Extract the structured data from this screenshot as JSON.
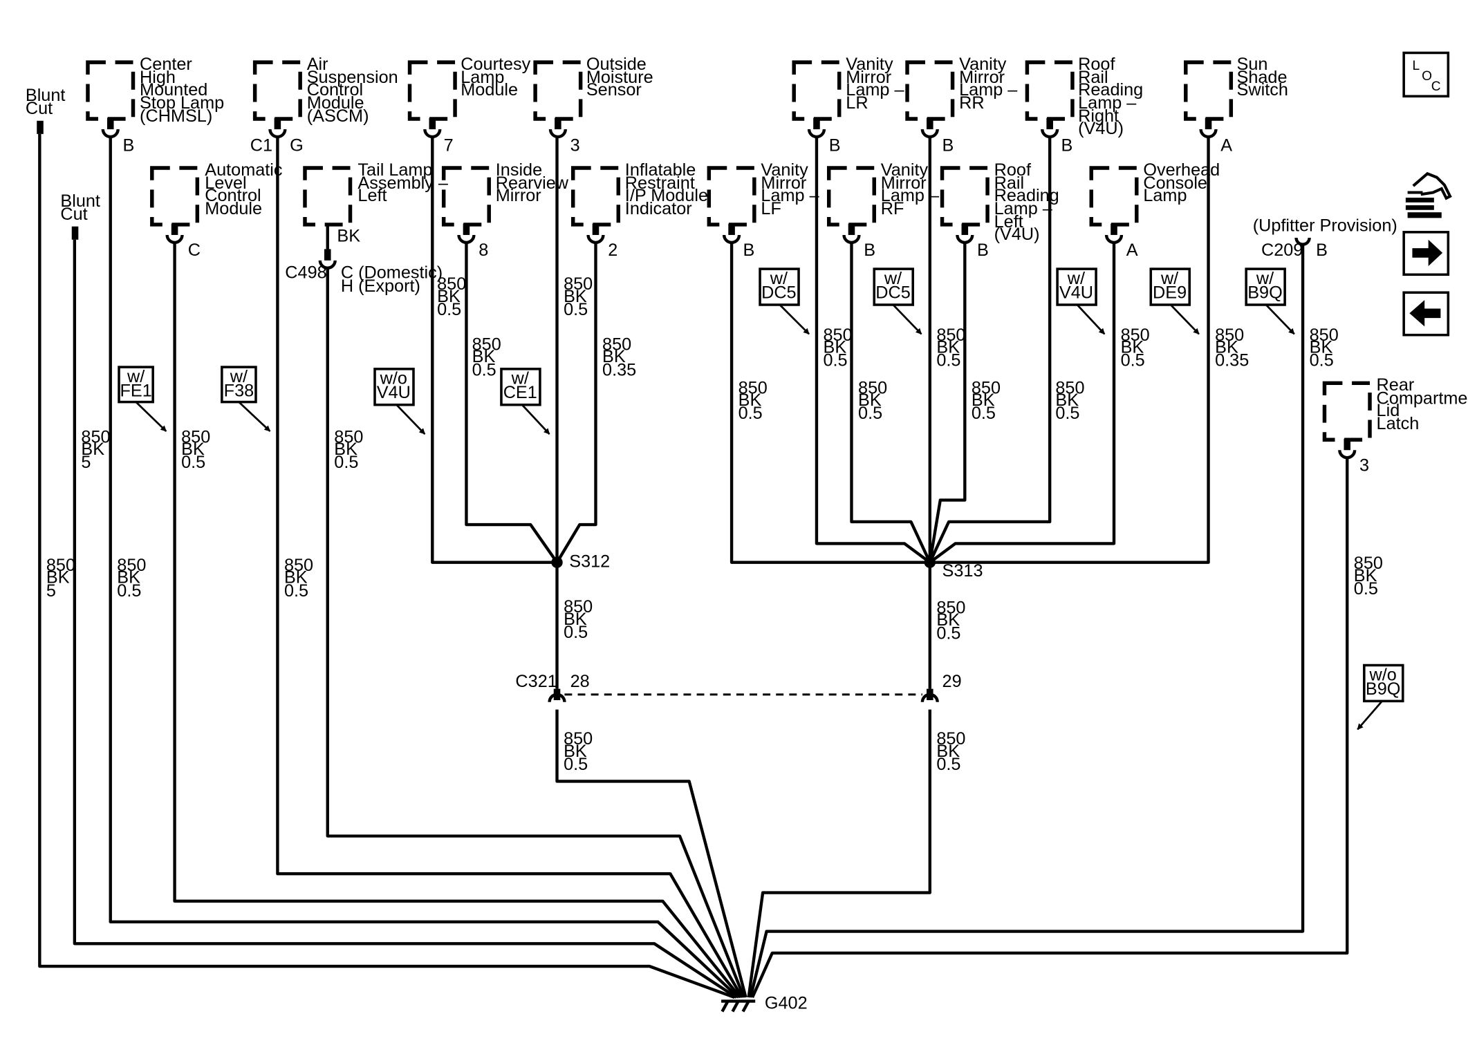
{
  "components": {
    "chmsl": [
      "Center",
      "High",
      "Mounted",
      "Stop Lamp",
      "(CHMSL)"
    ],
    "ascm": [
      "Air",
      "Suspension",
      "Control",
      "Module",
      "(ASCM)"
    ],
    "courtesy": [
      "Courtesy",
      "Lamp",
      "Module"
    ],
    "moisture": [
      "Outside",
      "Moisture",
      "Sensor"
    ],
    "vanity_lr": [
      "Vanity",
      "Mirror",
      "Lamp –",
      "LR"
    ],
    "vanity_rr": [
      "Vanity",
      "Mirror",
      "Lamp –",
      "RR"
    ],
    "roof_right": [
      "Roof",
      "Rail",
      "Reading",
      "Lamp –",
      "Right",
      "(V4U)"
    ],
    "sunshade": [
      "Sun",
      "Shade",
      "Switch"
    ],
    "alc": [
      "Automatic",
      "Level",
      "Control",
      "Module"
    ],
    "tail_left": [
      "Tail Lamp",
      "Assembly –",
      "Left"
    ],
    "rearview": [
      "Inside",
      "Rearview",
      "Mirror"
    ],
    "airbag": [
      "Inflatable",
      "Restraint",
      "I/P Module",
      "Indicator"
    ],
    "vanity_lf": [
      "Vanity",
      "Mirror",
      "Lamp –",
      "LF"
    ],
    "vanity_rf": [
      "Vanity",
      "Mirror",
      "Lamp –",
      "RF"
    ],
    "roof_left": [
      "Roof",
      "Rail",
      "Reading",
      "Lamp –",
      "Left",
      "(V4U)"
    ],
    "console": [
      "Overhead",
      "Console",
      "Lamp"
    ],
    "latch": [
      "Rear",
      "Compartment",
      "Lid",
      "Latch"
    ]
  },
  "blunt": {
    "a": [
      "Blunt",
      "Cut"
    ],
    "b": [
      "Blunt",
      "Cut"
    ]
  },
  "upfitter": "(Upfitter Provision)",
  "pins": {
    "chmsl": "B",
    "ascm_c": "C1",
    "ascm_g": "G",
    "courtesy": "7",
    "moisture": "3",
    "vanity_lr": "B",
    "vanity_rr": "B",
    "roof_right": "B",
    "sunshade": "A",
    "alc": "C",
    "tail_bk": "BK",
    "rearview": "8",
    "airbag": "2",
    "vanity_lf": "B",
    "vanity_rf": "B",
    "roof_left": "B",
    "console": "A",
    "c209": "B",
    "latch": "3",
    "c321_a": "28",
    "c321_b": "29"
  },
  "connectors": {
    "c209": "C209",
    "c498": "C498",
    "c498_note": [
      "C (Domestic)",
      "H (Export)"
    ],
    "c321": "C321"
  },
  "splices": {
    "s312": "S312",
    "s313": "S313"
  },
  "ground": "G402",
  "wire_labels": {
    "blunt_a": [
      "850",
      "BK",
      "5"
    ],
    "blunt_b": [
      "850",
      "BK",
      "5"
    ],
    "chmsl": [
      "850",
      "BK",
      "0.5"
    ],
    "alc": [
      "850",
      "BK",
      "0.5"
    ],
    "ascm": [
      "850",
      "BK",
      "0.5"
    ],
    "tail": [
      "850",
      "BK",
      "0.5"
    ],
    "courtesy": [
      "850",
      "BK",
      "0.5"
    ],
    "rearview": [
      "850",
      "BK",
      "0.5"
    ],
    "moisture": [
      "850",
      "BK",
      "0.5"
    ],
    "airbag": [
      "850",
      "BK",
      "0.35"
    ],
    "s312_out": [
      "850",
      "BK",
      "0.5"
    ],
    "c321_a_out": [
      "850",
      "BK",
      "0.5"
    ],
    "vanity_lf": [
      "850",
      "BK",
      "0.5"
    ],
    "vanity_lr": [
      "850",
      "BK",
      "0.5"
    ],
    "vanity_rf": [
      "850",
      "BK",
      "0.5"
    ],
    "vanity_rr": [
      "850",
      "BK",
      "0.5"
    ],
    "roof_left": [
      "850",
      "BK",
      "0.5"
    ],
    "roof_right": [
      "850",
      "BK",
      "0.5"
    ],
    "console": [
      "850",
      "BK",
      "0.5"
    ],
    "sunshade": [
      "850",
      "BK",
      "0.35"
    ],
    "c209": [
      "850",
      "BK",
      "0.5"
    ],
    "s313_out": [
      "850",
      "BK",
      "0.5"
    ],
    "c321_b_out": [
      "850",
      "BK",
      "0.5"
    ],
    "latch": [
      "850",
      "BK",
      "0.5"
    ]
  },
  "options": {
    "fe1": [
      "w/",
      "FE1"
    ],
    "f38": [
      "w/",
      "F38"
    ],
    "v4u_wo": [
      "w/o",
      "V4U"
    ],
    "ce1": [
      "w/",
      "CE1"
    ],
    "dc5_a": [
      "w/",
      "DC5"
    ],
    "dc5_b": [
      "w/",
      "DC5"
    ],
    "v4u_w": [
      "w/",
      "V4U"
    ],
    "de9": [
      "w/",
      "DE9"
    ],
    "b9q_w": [
      "w/",
      "B9Q"
    ],
    "b9q_wo": [
      "w/o",
      "B9Q"
    ]
  },
  "nav": {
    "loc": [
      "L",
      "O",
      "C"
    ]
  },
  "icons": {
    "loc": "location-view-icon",
    "schematic": "schematic-tools-icon",
    "next": "arrow-right-icon",
    "previous": "arrow-left-icon"
  }
}
